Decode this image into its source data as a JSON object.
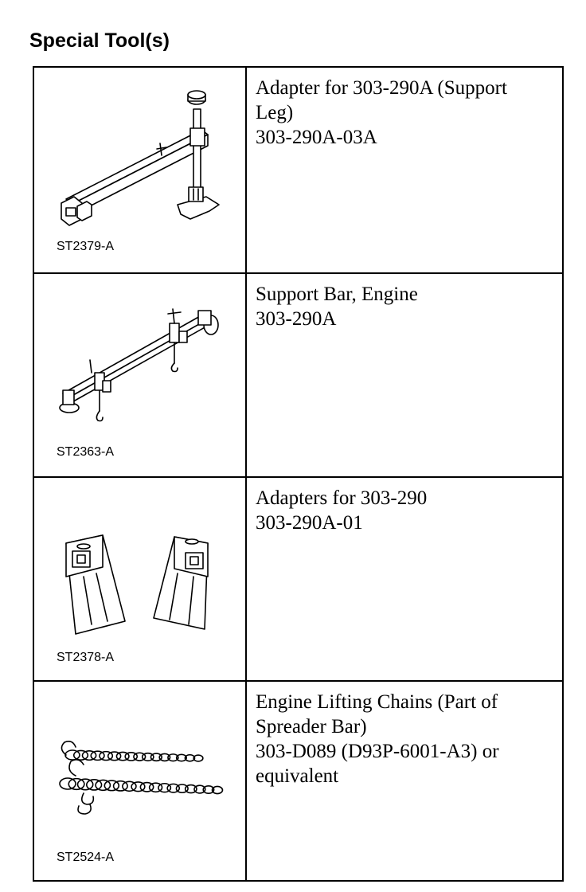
{
  "heading": "Special Tool(s)",
  "tools": [
    {
      "image_code": "ST2379-A",
      "lines": [
        "Adapter for 303-290A (Support",
        "Leg)",
        "303-290A-03A"
      ],
      "icon": "support-leg-adapter-illustration"
    },
    {
      "image_code": "ST2363-A",
      "lines": [
        "Support Bar, Engine",
        "303-290A"
      ],
      "icon": "engine-support-bar-illustration"
    },
    {
      "image_code": "ST2378-A",
      "lines": [
        "Adapters for 303-290",
        "303-290A-01"
      ],
      "icon": "adapters-illustration"
    },
    {
      "image_code": "ST2524-A",
      "lines": [
        "Engine Lifting Chains (Part of",
        "Spreader Bar)",
        "303-D089 (D93P-6001-A3) or",
        "equivalent"
      ],
      "icon": "lifting-chains-illustration"
    }
  ]
}
